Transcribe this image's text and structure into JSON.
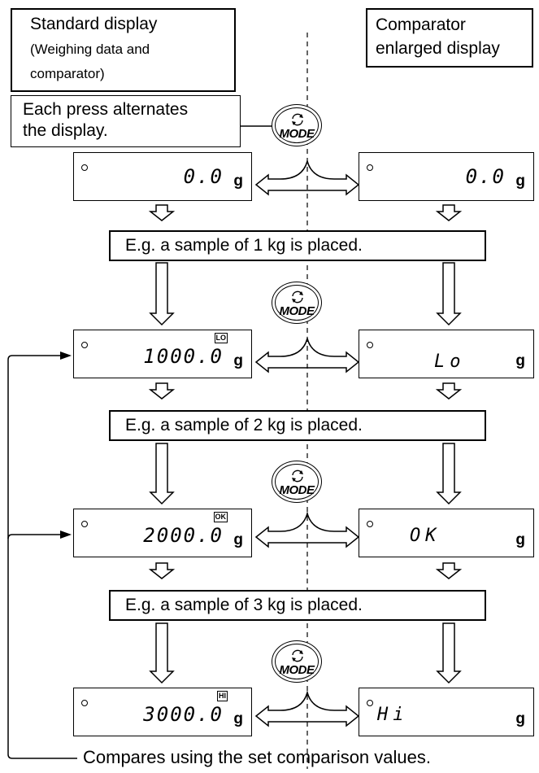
{
  "headers": {
    "standard_title": "Standard display",
    "standard_sub1": "(Weighing data and",
    "standard_sub2": "comparator)",
    "comparator_line1": "Comparator",
    "comparator_line2": "enlarged display"
  },
  "note": {
    "line1": "Each press alternates",
    "line2": "the display."
  },
  "button_label": "MODE",
  "unit": "g",
  "rows": [
    {
      "std_value": "0.0",
      "indicator": "",
      "cmp_value": "0.0"
    },
    {
      "std_value": "1000.0",
      "indicator": "LO",
      "cmp_value": "Lo"
    },
    {
      "std_value": "2000.0",
      "indicator": "OK",
      "cmp_value": "OK"
    },
    {
      "std_value": "3000.0",
      "indicator": "HI",
      "cmp_value": "Hi"
    }
  ],
  "samples": [
    "E.g. a sample of 1 kg is placed.",
    "E.g. a sample of 2 kg is placed.",
    "E.g. a sample of 3 kg is placed."
  ],
  "footer": "Compares using the set comparison values."
}
